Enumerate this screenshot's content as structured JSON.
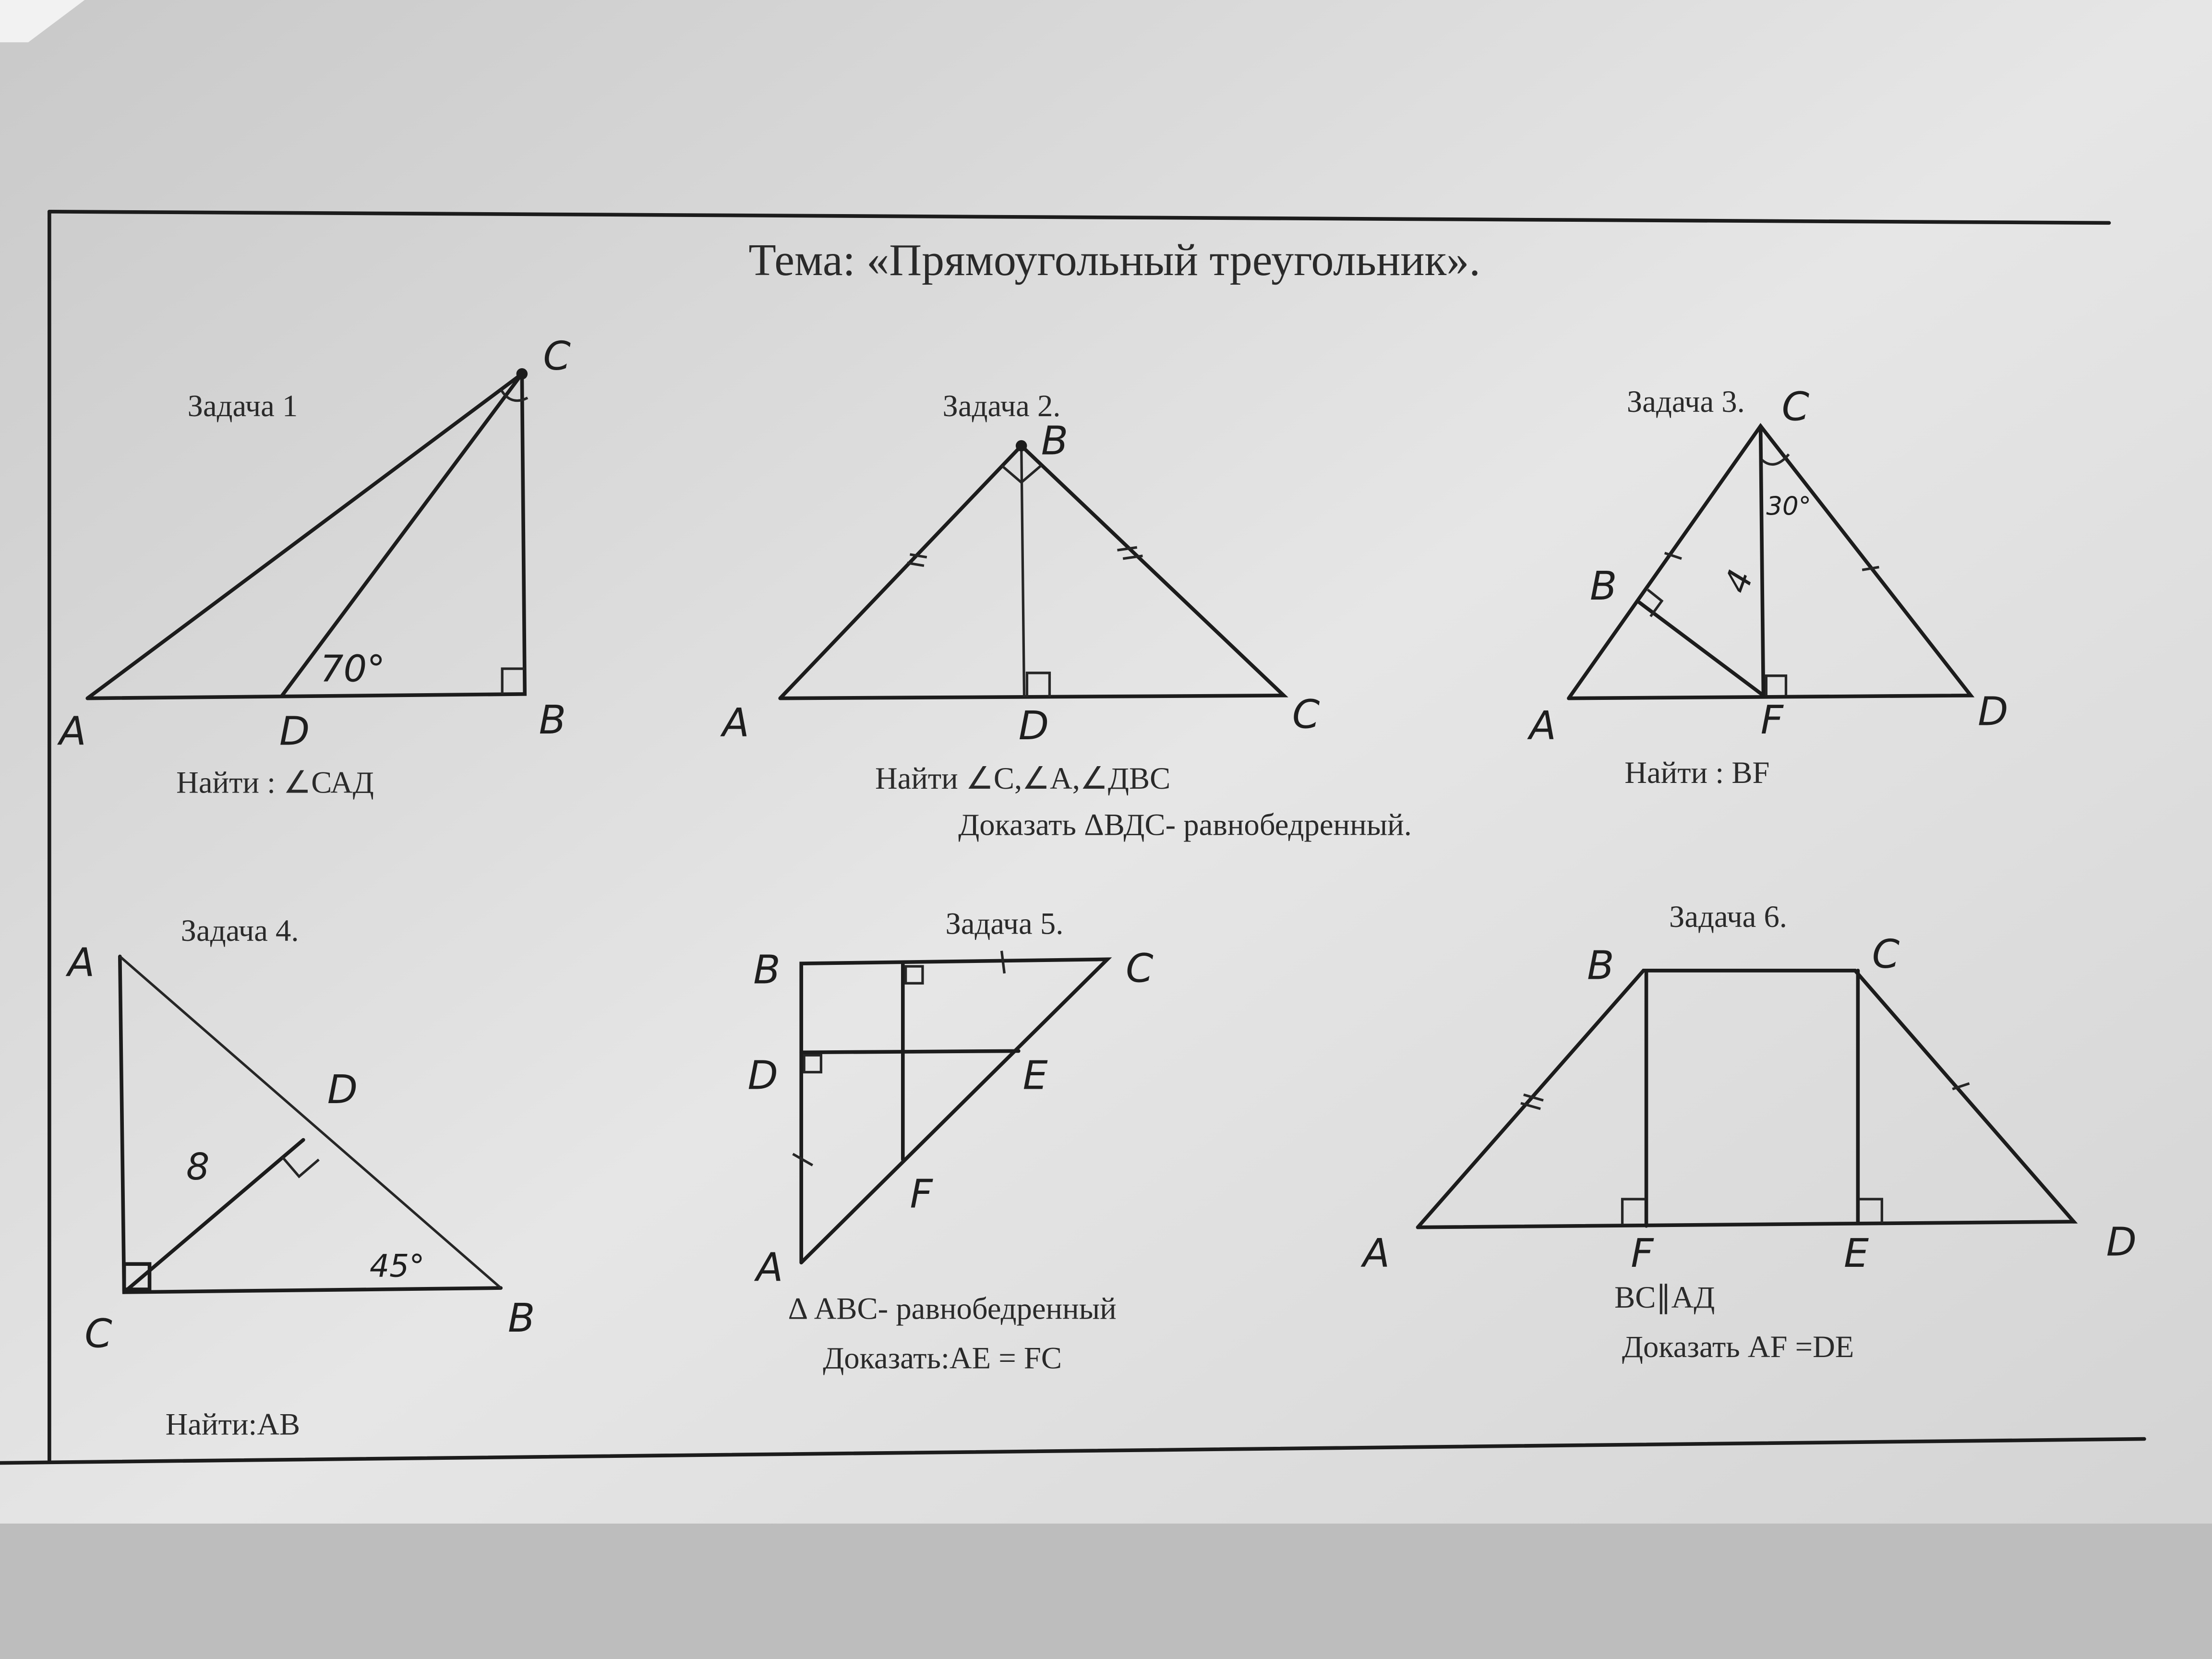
{
  "title": "Тема:   «Прямоугольный  треугольник».",
  "tasks": [
    {
      "label": "Задача 1",
      "points": {
        "A": "A",
        "B": "B",
        "C": "C",
        "D": "D"
      },
      "angle": "70°",
      "question": "Найти : ∠САД"
    },
    {
      "label": "Задача 2.",
      "points": {
        "A": "A",
        "B": "B",
        "C": "C",
        "D": "D"
      },
      "question": "Найти  ∠С,∠А,∠ДВС",
      "prove": "Доказать ΔВДС- равнобедренный."
    },
    {
      "label": "Задача 3.",
      "points": {
        "A": "A",
        "B": "B",
        "C": "C",
        "D": "D",
        "F": "F"
      },
      "angle": "30°",
      "length": "4",
      "question": "Найти : BF"
    },
    {
      "label": "Задача 4.",
      "points": {
        "A": "A",
        "B": "B",
        "C": "C",
        "D": "D"
      },
      "length": "8",
      "angle": "45°",
      "question": "Найти:АВ"
    },
    {
      "label": "Задача 5.",
      "points": {
        "A": "A",
        "B": "B",
        "C": "C",
        "D": "D",
        "E": "E",
        "F": "F"
      },
      "given": "Δ ABC- равнобедренный",
      "prove": "Доказать:AE = FC"
    },
    {
      "label": "Задача 6.",
      "points": {
        "A": "A",
        "B": "B",
        "C": "C",
        "D": "D",
        "E": "E",
        "F": "F"
      },
      "given": "ВС∥АД",
      "prove": "Доказать AF =DE"
    }
  ]
}
